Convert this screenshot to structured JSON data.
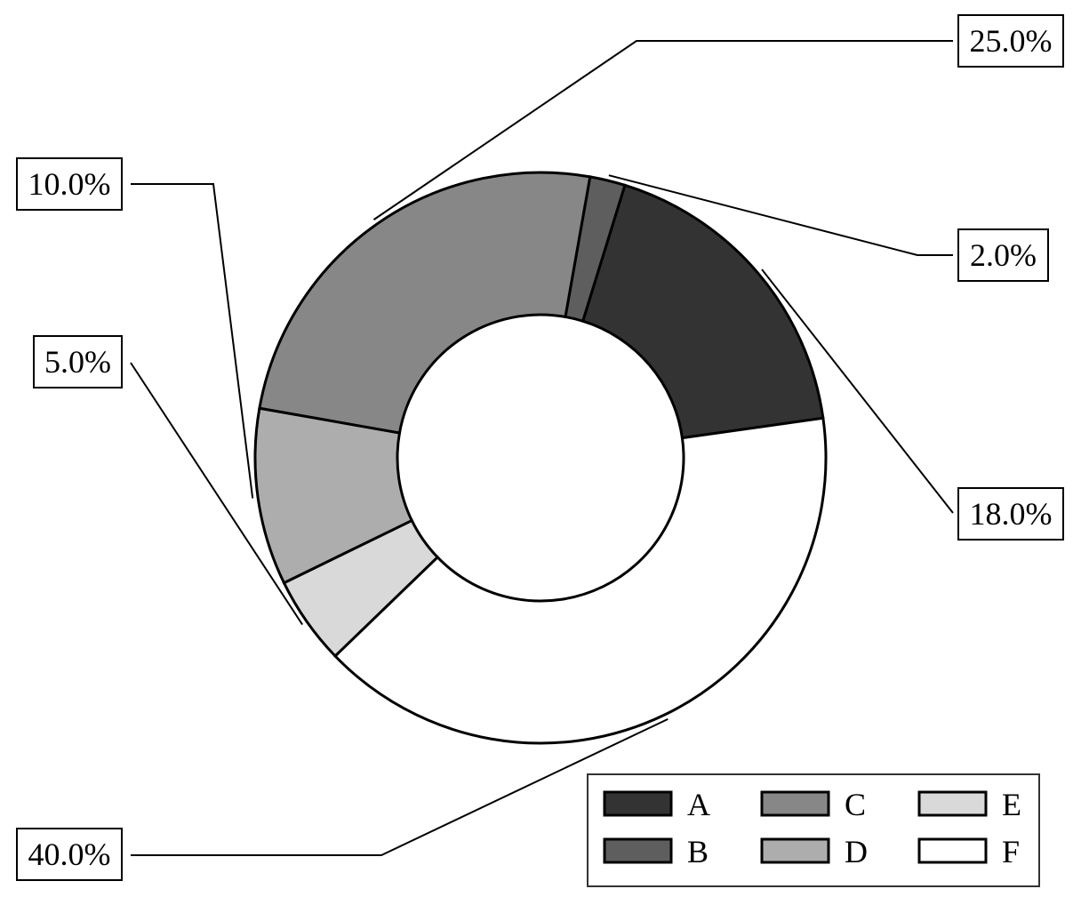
{
  "chart_data": {
    "type": "pie",
    "donut": true,
    "title": "",
    "legend_position": "bottom-right",
    "slices": [
      {
        "label": "A",
        "value": 18.0,
        "value_label": "18.0%",
        "color": "#333333"
      },
      {
        "label": "B",
        "value": 2.0,
        "value_label": "2.0%",
        "color": "#5e5e5e"
      },
      {
        "label": "C",
        "value": 25.0,
        "value_label": "25.0%",
        "color": "#878787"
      },
      {
        "label": "D",
        "value": 10.0,
        "value_label": "10.0%",
        "color": "#adadad"
      },
      {
        "label": "E",
        "value": 5.0,
        "value_label": "5.0%",
        "color": "#d9d9d9"
      },
      {
        "label": "F",
        "value": 40.0,
        "value_label": "40.0%",
        "color": "#ffffff"
      }
    ]
  }
}
